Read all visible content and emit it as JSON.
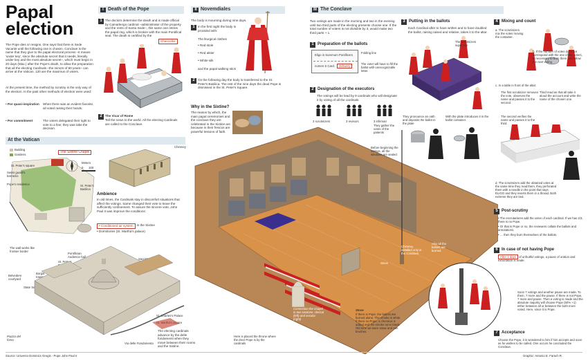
{
  "title": {
    "line1": "Papal",
    "line2": "election"
  },
  "intro": {
    "p1": "The Pope dies or resigns. One says that there is Sede Vacante until the following one is chosen. Conclave is the name that they give to the papal electoral process –it means 'under key', since the absolute secret that it needs, literally under key and the most absolute secret–, which must begin in 20 days (Max.) after the Pope's death, to allow the preparation that all the electing Cardinals –the minors of 80 years– can arrive at the Vatican. 120 are the maximus of voters.",
    "p2": "At the present time, the method by scrutiny is the only way of the election. In the past other methods of election were used:",
    "method1_name": "• Por quasi-inspiration",
    "method1_text": "When there was an evident favorite, all voted raising their hands.",
    "method2_name": "• Por commitment",
    "method2_text": "The voters delegated their right to vote to a few; they was take the decision."
  },
  "s1": {
    "num": "I",
    "title": "Death of the Pope",
    "step1_num": "1",
    "step1": "The doctors determine the death and is made official by Camarlengo cardinal –administrator of the property and the rents of Santa Sede–, this same one retires the papal ring, which is broken with the main Pontifical seal. The death is certified by the",
    "chancellor": "Chancellor",
    "step2_num": "2",
    "step2_title": "The Vicar of Rome",
    "step2": "Tell the news to the world. All the electing Cardinals are called to the Conclave."
  },
  "s2": {
    "num": "II",
    "title": "Novemdiales",
    "intro": "The body is mourning during nine days.",
    "step1_num": "1",
    "step1": "In the first night the body is provided with:",
    "clothes_label": "The liturgical clothes",
    "items": [
      "• Red stole",
      "• Red alster",
      "• White silk",
      "and the papal walking stick"
    ],
    "step2_num": "2",
    "step2": "On the following day the body is transferred to the St. Peter's Basilica. The rest of the nine days the dead Pope is dismissed in the St. Peter's Square.",
    "why_title": "Why in the Sixtine?",
    "why_text": "The reason by which, the main papal ceremonies and the conclave they are celebrated in the Sixtine are because in their   frescos are powerful lessons of faith."
  },
  "vatican": {
    "title": "At the Vatican",
    "legend_building": "Building",
    "legend_gardens": "Gardens",
    "chapel_label": "The Sixtine Chapel",
    "meters": "Meters",
    "scale0": "0",
    "scale100": "100",
    "labels": [
      "St. Peter's square",
      "Swiss guard's barracks",
      "Pope's residence",
      "St. Peter's Basilica",
      "The wall works like frontier border",
      "Belvedere courtyard",
      "Borgia tower",
      "State Secretary",
      "Pontifician Audience hall",
      "St. Peter's Basilica",
      "Sacristy",
      "St. Charles's Palace",
      "St. Martha's square",
      "Piazza del forno",
      "Via delle Fondamenta"
    ],
    "chimney": "Chimney",
    "ambience_title": "Ambience",
    "ambience_text": "In old times, the Cardinals stay in discomfort situations that affect the votings. Same changed their vote to leave the sufficiently confinement. To assure the sincere vote, John Paul II was improve the conditions:",
    "amb_item1": "• Conditioned air system",
    "amb_item1b": "in the Sixtine",
    "amb_item2": "• Dormitories (St. Martha's palace)",
    "advance_text": "The electing cardinals advance by the delle fondamenti when they move between their rooms and the Sixtine."
  },
  "chapel": {
    "windows": "Before beginning the votings, all the windows are sealed",
    "chimney_label": "Chimney, installed only in the Conclave.",
    "ballots_burned": "Also all the ballots are burned",
    "stove": "Stove",
    "throne": "Here is placed the throne where the elect Pope is by the cardinals",
    "smoke_title": "Stove",
    "smoke_text": "If there is Pope, the ballots are burned alone. The smoke is white. If there no Pope, a chemical is added and the smoke turns black. Old time we were straw and rain brushes.",
    "incinerator": "Incinerator",
    "wall_text": "Connection the chapel in two sections: clerical (left) and secular (right)"
  },
  "s3": {
    "num": "III",
    "title": "The Conclave",
    "intro": "Two votings are made in the morning and two in the evening until two third parts of the electing presents choose one. If the total number of voters is not divisible by 3, would make two third parts + 1.",
    "step1_num": "1",
    "step1_title": "Preparation of the ballots",
    "ballot_line1": "Eligo in Summum Pontificem",
    "ballot_line2": "nomen S Card.",
    "ballot_name": "Schwery",
    "folding": "Folding line",
    "ballot_note": "The voter will have to fill the ballot with unrecognizable letter.",
    "step2_num": "2",
    "step2_title": "Designation of the executors",
    "step2_text": "The votings will be lead by 9 cardinals who will designate it by voting of all the cardinals.",
    "scrutinizers": "3 scrutinizers",
    "revisors": "3 revisors",
    "infirmari": "3 infirmari",
    "infirmari_text": "They gather the votes of the patients",
    "step3_num": "3",
    "step3_title": "Putting in the ballots",
    "step3_text": "Each Cardinal after to have written and to have doubled the ballot, raising raised and relative, takes it to the altar.",
    "scrutinizers_supervise": "The scrutinizers supervise",
    "pronounce": "They pronounce an oath and deposits the ballot in the plate",
    "plate_text": "With the plate introduces it in the ballot container.",
    "step4_num": "4",
    "step4_title": "Mixing and count",
    "step4_a": "a. The scrutinizers mix the votes moving the container.",
    "step4_b": "b. If the number of votes does not correspond with the one of the voters, is necessary to burn them and follow the next voting.",
    "step4_c": "c. In a table in front of the altar:",
    "first_scrutinizer": "The first scrutinizer removes the vote, observes the name and passes it to the second.",
    "third": "Third read as that all take it aloud the account and write the name of the chosen one.",
    "second": "The second verifies the name and passes it to the third.",
    "step4_d": "d. The scrutinizers add the obtained votes at the same time they read them, they perforated them with a needle in the point that says ELIGO and they inserts them in a thread. Both extreme they are tied.",
    "step5_num": "5",
    "step5_title": "Post-scrutiny",
    "step5_items": [
      "• The escrutadores add the votes of each cardinal. If we has 2/3, there is no Pope.",
      "• Or that is Pope or no, the reviewers collate the ballots and annotations.",
      "• … then they burn themselves of the ballots."
    ],
    "step6_num": "6",
    "step6_title": "In case of not having Pope",
    "step6_box": "After 3 days",
    "step6_text": "of unfruitful votings, a pause of oration and exhortation is made.",
    "step6_more": "Soon 7 votings and another pause are made. To them, 7 more and the pause. If there is not Pope, 7 more and pause. Then a voting is made and the absolute majority will choose Pope (50% +1) either between all or between the both more voted. Here, since it is Pope.",
    "step7_num": "7",
    "step7_title": "Acceptance",
    "step7_text": "Choose the Pope, it is wondered to him if him accepts and soon as he wishes to be called. One occurs he concluded the Conclave."
  },
  "footer": {
    "source": "Source: Universo Dominics Gregis - Pope John Paul II",
    "graphic": "Graphic: Antonio E. Farach R."
  },
  "colors": {
    "accent_red": "#c23a2a",
    "section_blue": "#dde8ef",
    "brick": "#b98656",
    "floor": "#d9924a",
    "cardinal_red": "#cc1f1f"
  }
}
